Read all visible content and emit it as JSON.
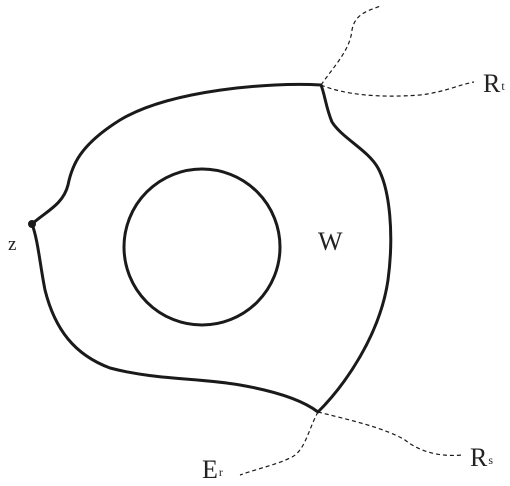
{
  "labels": {
    "z": "z",
    "W": "W",
    "Rt_main": "R",
    "Rt_sub": "t",
    "Rs_main": "R",
    "Rs_sub": "s",
    "Er_main": "E",
    "Er_sub": "r"
  },
  "colors": {
    "stroke": "#1a1a1a",
    "text": "#222222",
    "background": "#ffffff"
  }
}
